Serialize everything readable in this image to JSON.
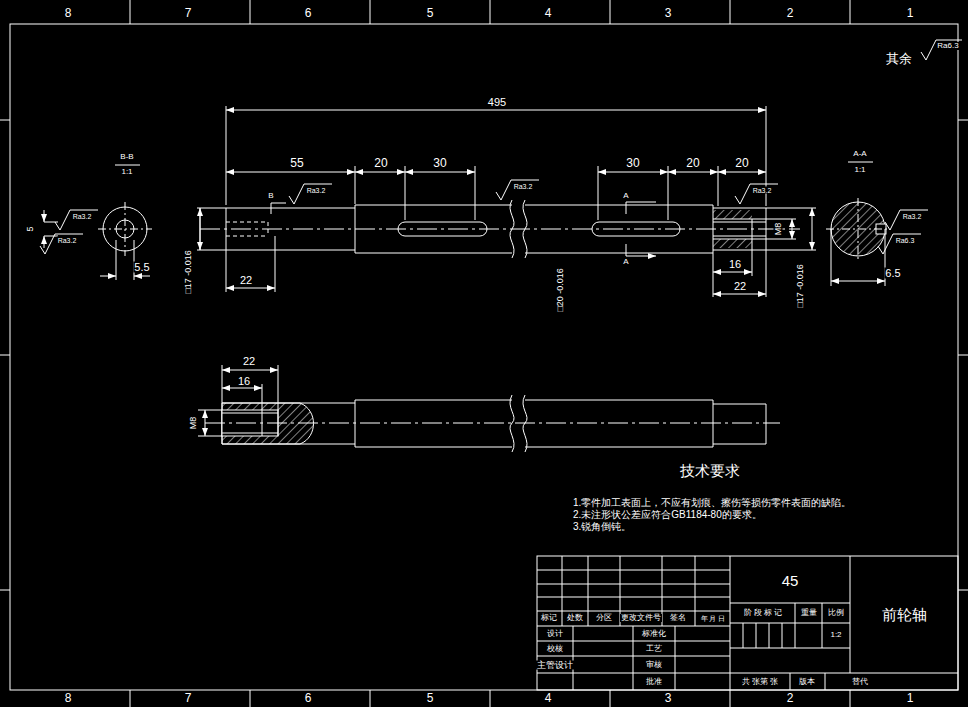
{
  "diagram": {
    "labels": [
      "8",
      "7",
      "6",
      "5",
      "4",
      "3",
      "2",
      "1",
      "8",
      "7",
      "6",
      "5",
      "4",
      "3",
      "2",
      "1",
      "其余",
      "Ra6.3",
      "495",
      "55",
      "20",
      "30",
      "30",
      "20",
      "20",
      "B-B",
      "1:1",
      "A-A",
      "1:1",
      "5",
      "Ra3.2",
      "Ra3.2",
      "5.5",
      "B",
      "Ra3.2",
      "Ra3.2",
      "Ra3.2",
      "A",
      "A",
      "M8",
      "16",
      "22",
      "□17 -0.016",
      "□20 -0.016",
      "□17 -0.016",
      "22",
      "Ra3.2",
      "Ra6.3",
      "6.5",
      "22",
      "16",
      "M8",
      "技术要求",
      "1.零件加工表面上，不应有划痕、擦伤等损伤零件表面的缺陷。",
      "2.未注形状公差应符合GB1184-80的要求。",
      "3.锐角倒钝。",
      "45",
      "前轮轴",
      "标记",
      "处数",
      "分区",
      "更改文件号",
      "签名",
      "年 月 日",
      "设计",
      "标准化",
      "校核",
      "工艺",
      "主管设计",
      "审核",
      "批准",
      "阶 段 标 记",
      "重量",
      "比例",
      "1:2",
      "共 张第 张",
      "版本",
      "替代"
    ]
  }
}
